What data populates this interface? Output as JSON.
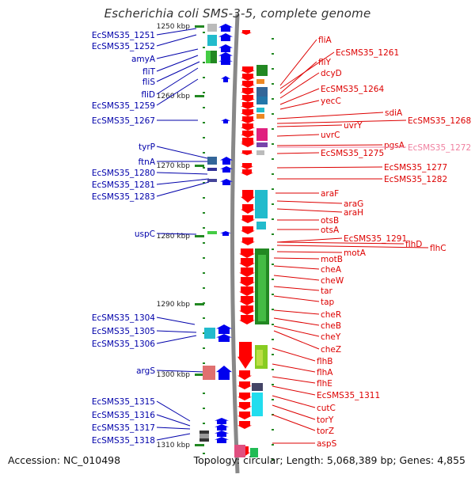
{
  "title": "Escherichia coli SMS-3-5, complete genome",
  "footer": {
    "accession": "Accession: NC_010498",
    "topology": "Topology: circular; Length: 5,068,389 bp; Genes: 4,855"
  },
  "colors": {
    "forward_label": "#0000aa",
    "reverse_label": "#dd0000",
    "faded_label": "#f080a0",
    "forward_arrow": "#0000ee",
    "reverse_arrow": "#ff0000",
    "tick": "#228822",
    "backbone": "#888888"
  },
  "ruler": [
    {
      "label": "1250 kbp"
    },
    {
      "label": "1260 kbp"
    },
    {
      "label": "1270 kbp"
    },
    {
      "label": "1280 kbp"
    },
    {
      "label": "1290 kbp"
    },
    {
      "label": "1300 kbp"
    },
    {
      "label": "1310 kbp"
    }
  ],
  "forward_genes": [
    "EcSMS35_1251",
    "EcSMS35_1252",
    "amyA",
    "fliT",
    "fliS",
    "fliD",
    "EcSMS35_1259",
    "EcSMS35_1267",
    "tyrP",
    "ftnA",
    "EcSMS35_1280",
    "EcSMS35_1281",
    "EcSMS35_1283",
    "uspC",
    "EcSMS35_1304",
    "EcSMS35_1305",
    "EcSMS35_1306",
    "argS",
    "EcSMS35_1315",
    "EcSMS35_1316",
    "EcSMS35_1317",
    "EcSMS35_1318"
  ],
  "reverse_genes": [
    "fliA",
    "EcSMS35_1261",
    "fliY",
    "dcyD",
    "EcSMS35_1264",
    "yecC",
    "sdiA",
    "EcSMS35_1268",
    "uvrY",
    "uvrC",
    "pgsA",
    "EcSMS35_1272",
    "EcSMS35_1275",
    "EcSMS35_1277",
    "EcSMS35_1282",
    "araF",
    "araG",
    "araH",
    "otsB",
    "otsA",
    "EcSMS35_1291",
    "flhD",
    "flhC",
    "motA",
    "motB",
    "cheA",
    "cheW",
    "tar",
    "tap",
    "cheR",
    "cheB",
    "cheY",
    "cheZ",
    "flhB",
    "flhA",
    "flhE",
    "EcSMS35_1311",
    "cutC",
    "torY",
    "torZ",
    "aspS"
  ]
}
